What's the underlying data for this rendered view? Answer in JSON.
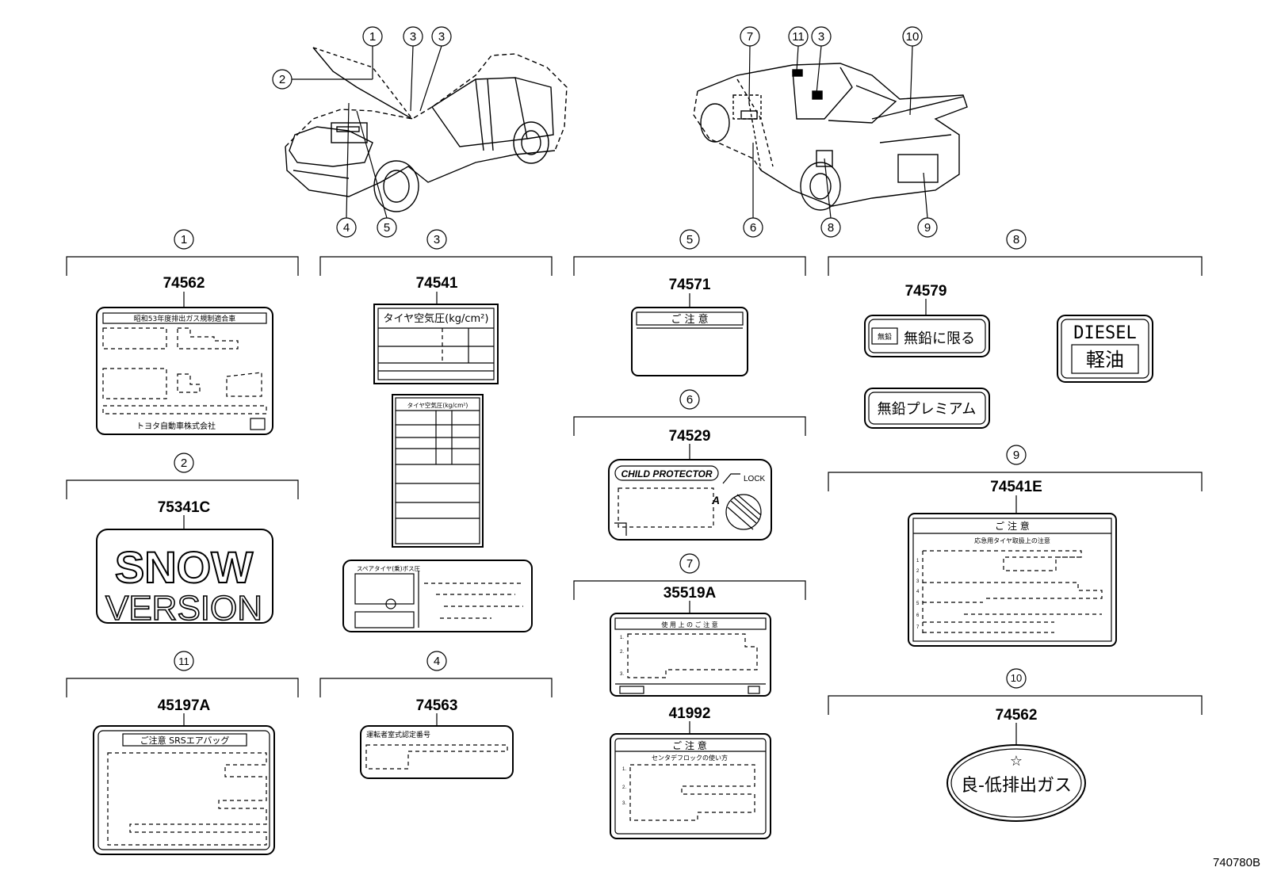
{
  "callouts": {
    "c1": "1",
    "c2": "2",
    "c3": "3",
    "c4": "4",
    "c5": "5",
    "c6": "6",
    "c7": "7",
    "c8": "8",
    "c9": "9",
    "c10": "10",
    "c11": "11"
  },
  "parts": {
    "p1": "74562",
    "p2": "75341C",
    "p3": "74541",
    "p4": "74563",
    "p5": "74571",
    "p6": "74529",
    "p7": "35519A",
    "p7b": "41992",
    "p8": "74579",
    "p9": "74541E",
    "p10": "74562",
    "p11": "45197A"
  },
  "labels": {
    "l1_head": "昭和53年度排出ガス規制適合車",
    "l1_foot": "トヨタ自動車株式会社",
    "snow": "SNOW",
    "version": "VERSION",
    "tire_title": "タイヤ空気圧(kg/cm²)",
    "tire_title_small": "タイヤ空気圧(kg/cm²)",
    "tire_small_label": "スペアタイヤ(乗)ボス圧",
    "l4_head": "運転者室式認定番号",
    "caution": "ご 注 意",
    "child_protector": "CHILD PROTECTOR",
    "lock": "LOCK",
    "child_a": "A",
    "usage_caution": "使 用 上 の ご 注 意",
    "caution2": "ご 注 意",
    "diff_lock": "センタデフロックの使い方",
    "unleaded_tag": "無鉛",
    "unleaded_only": "無鉛に限る",
    "unleaded_premium": "無鉛プレミアム",
    "diesel": "DIESEL",
    "keiyu": "軽油",
    "tire_caution_head": "ご 注 意",
    "tire_caution_sub": "応急用タイヤ取扱上の注意",
    "srs": "ご注意 SRSエアバッグ",
    "low_emission": "良-低排出ガス",
    "star": "☆",
    "n1": "1.",
    "n2": "2.",
    "n3": "3.",
    "r1": "1",
    "r2": "2",
    "r3": "3",
    "r4": "4",
    "r5": "5",
    "r6": "6",
    "r7": "7"
  },
  "footer": {
    "code": "740780B"
  }
}
